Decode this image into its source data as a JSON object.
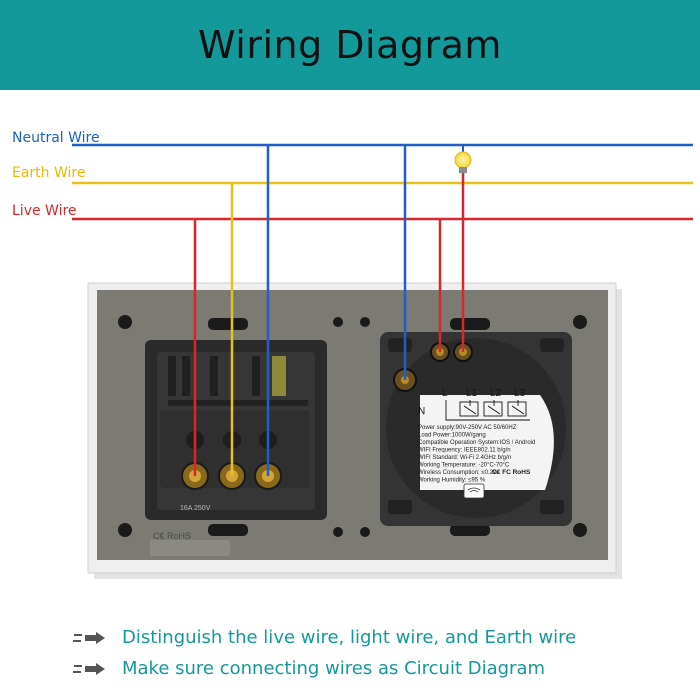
{
  "header": {
    "title": "Wiring Diagram"
  },
  "colors": {
    "banner": "#14999a",
    "neutral": "#1f5fc8",
    "earth": "#e8c21b",
    "live": "#d9262a",
    "note_text": "#14999a"
  },
  "wires": {
    "neutral": {
      "label": "Neutral Wire"
    },
    "earth": {
      "label": "Earth Wire"
    },
    "live": {
      "label": "Live Wire"
    }
  },
  "switch": {
    "terminals": {
      "l": "L",
      "n": "N",
      "l1": "L1",
      "l2": "L2",
      "l3": "L3"
    },
    "specs": [
      "Power supply:90V-250V AC  50/60HZ",
      "Load Power:1000W/gang",
      "Compatible Operation System:IOS / Android",
      "WIFI Frequency: IEEE802.11 b/g/n",
      "WIFI Standard: Wi-Fi 2.4GHz b/g/n",
      "Working Temperature: -20°C-70°C",
      "Wireless Consumption: ≤0.2W",
      "Working Humidity: ≤95 %"
    ],
    "cert": "C€ FC RoHS"
  },
  "socket": {
    "rating": "16A 250V",
    "cert": "C€ RoHS"
  },
  "notes": [
    {
      "icon": "arrow-icon",
      "text": "Distinguish the live wire, light wire,  and Earth wire"
    },
    {
      "icon": "arrow-icon",
      "text": "Make sure connecting wires as Circuit Diagram"
    }
  ]
}
